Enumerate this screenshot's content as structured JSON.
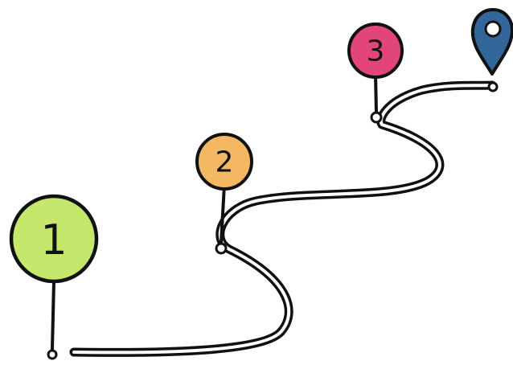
{
  "milestones": [
    {
      "label": "1",
      "color": "#c5e86c"
    },
    {
      "label": "2",
      "color": "#f4b862"
    },
    {
      "label": "3",
      "color": "#e2457a"
    }
  ],
  "destination": {
    "icon": "map-marker-icon",
    "color": "#336699"
  },
  "colors": {
    "ink": "#111111",
    "road_fill": "#ffffff"
  }
}
